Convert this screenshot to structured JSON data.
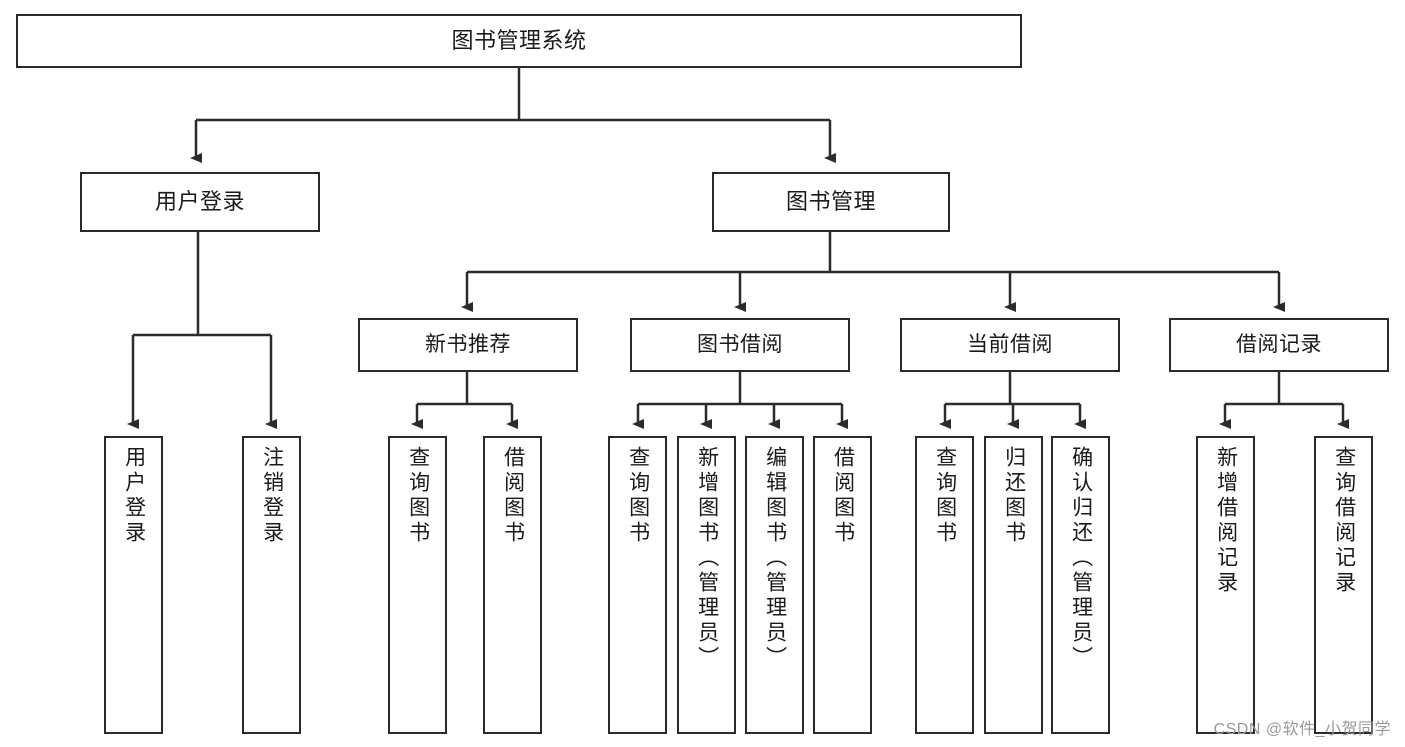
{
  "diagram": {
    "type": "tree-flowchart",
    "title": "图书管理系统",
    "theme": {
      "background": "#ffffff",
      "box_border": "#2b2b2b",
      "box_fill": "#ffffff",
      "connector": "#2b2b2b",
      "text": "#1a1a1a",
      "watermark": "#9a9a9a"
    },
    "nodes": {
      "root": {
        "label": "图书管理系统"
      },
      "level2": [
        {
          "label": "用户登录"
        },
        {
          "label": "图书管理"
        }
      ],
      "level3": [
        {
          "label": "新书推荐"
        },
        {
          "label": "图书借阅"
        },
        {
          "label": "当前借阅"
        },
        {
          "label": "借阅记录"
        }
      ],
      "leaves_user_login": [
        {
          "label": "用户登录"
        },
        {
          "label": "注销登录"
        }
      ],
      "leaves_new_book": [
        {
          "label": "查询图书"
        },
        {
          "label": "借阅图书"
        }
      ],
      "leaves_borrow": [
        {
          "label": "查询图书"
        },
        {
          "label": "新增图书（管理员）"
        },
        {
          "label": "编辑图书（管理员）"
        },
        {
          "label": "借阅图书"
        }
      ],
      "leaves_current": [
        {
          "label": "查询图书"
        },
        {
          "label": "归还图书"
        },
        {
          "label": "确认归还（管理员）"
        }
      ],
      "leaves_record": [
        {
          "label": "新增借阅记录"
        },
        {
          "label": "查询借阅记录"
        }
      ]
    },
    "watermark": "CSDN @软件_小贺同学"
  }
}
